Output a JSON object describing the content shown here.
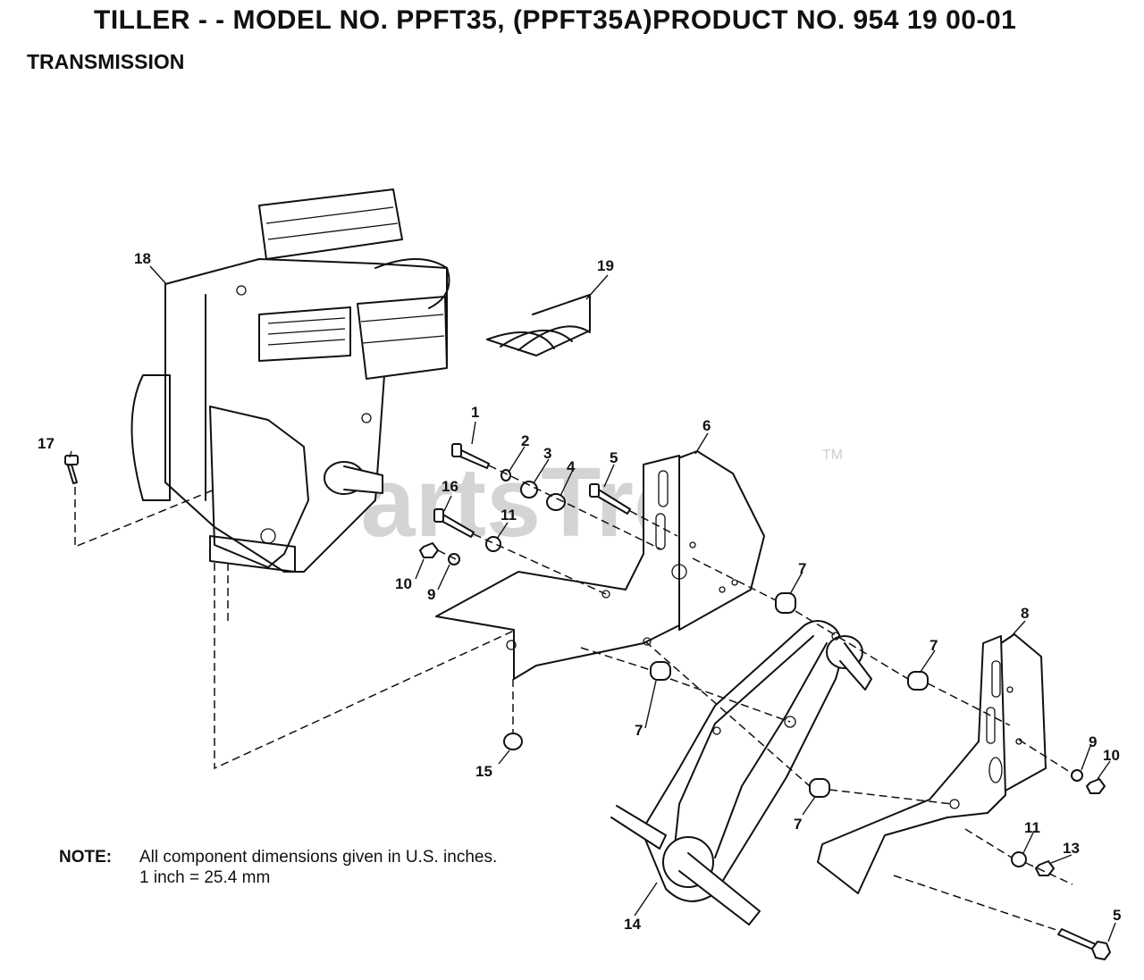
{
  "header": {
    "title": "TILLER - - MODEL NO. PPFT35, (PPFT35A)PRODUCT NO. 954 19 00-01",
    "section": "TRANSMISSION"
  },
  "watermark": {
    "text": "PartsTree",
    "tm": "TM"
  },
  "callouts": {
    "c1": "1",
    "c2": "2",
    "c3": "3",
    "c4": "4",
    "c5a": "5",
    "c5b": "5",
    "c6": "6",
    "c7a": "7",
    "c7b": "7",
    "c7c": "7",
    "c7d": "7",
    "c8": "8",
    "c9a": "9",
    "c9b": "9",
    "c10a": "10",
    "c10b": "10",
    "c11a": "11",
    "c11b": "11",
    "c13": "13",
    "c14": "14",
    "c15": "15",
    "c16": "16",
    "c17": "17",
    "c18": "18",
    "c19": "19"
  },
  "note": {
    "label": "NOTE:",
    "line1": "All component dimensions given in U.S. inches.",
    "line2": "1 inch = 25.4 mm"
  }
}
